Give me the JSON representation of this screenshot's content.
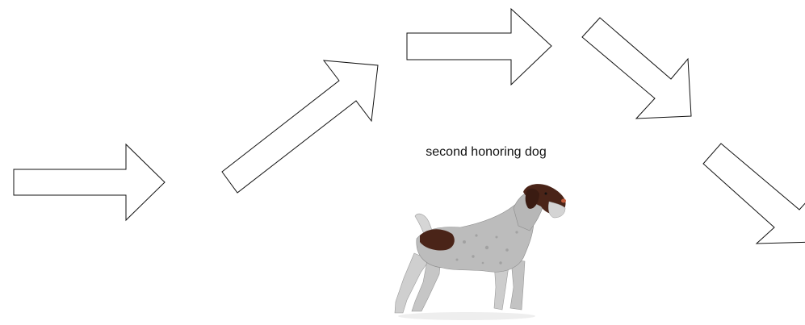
{
  "caption": "second honoring dog",
  "figure": {
    "dog_icon": "wirehaired-pointer-dog",
    "arrow_icon": "outlined-block-arrow"
  },
  "colors": {
    "background": "#ffffff",
    "arrow_outline": "#111111",
    "arrow_fill": "#ffffff",
    "dog_liver": "#4a2418",
    "dog_roan": "#b8b8b8",
    "dog_nose": "#c05a3a"
  }
}
